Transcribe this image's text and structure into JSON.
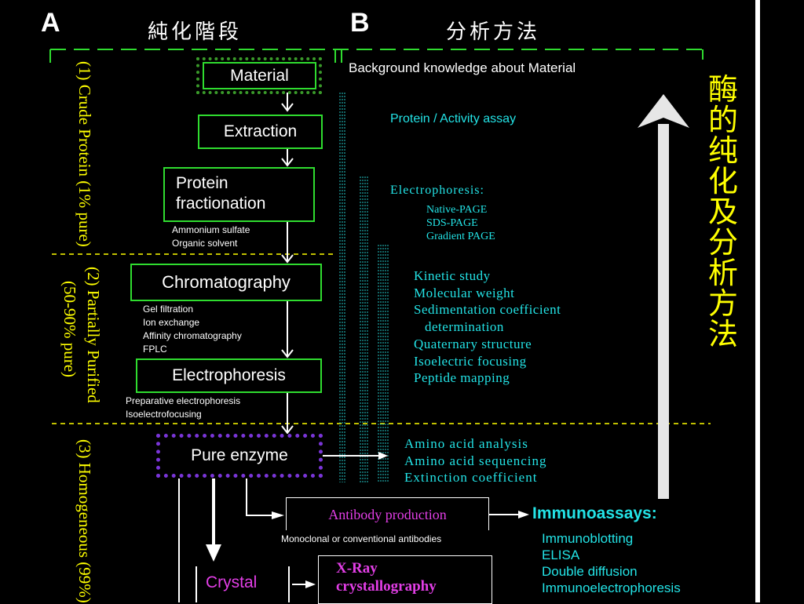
{
  "section_a": {
    "letter": "A",
    "title": "純化階段",
    "stages": [
      {
        "label": "(1) Crude Protein (1% pure)"
      },
      {
        "label_line1": "(2) Partially Purified",
        "label_line2": "(50-90% pure)"
      },
      {
        "label": "(3) Homogeneous (99%)"
      }
    ],
    "boxes": {
      "material": "Material",
      "extraction": "Extraction",
      "protein_line1": "Protein",
      "protein_line2": "fractionation",
      "chromatography": "Chromatography",
      "electrophoresis": "Electrophoresis",
      "pure_enzyme": "Pure enzyme",
      "crystal": "Crystal",
      "xray_line1": "X-Ray",
      "xray_line2": "crystallography",
      "antibody": "Antibody production"
    },
    "notes": {
      "fractionation": [
        "Ammonium sulfate",
        "Organic solvent"
      ],
      "chromatography": [
        "Gel filtration",
        "Ion exchange",
        "Affinity chromatography",
        "FPLC"
      ],
      "electrophoresis": [
        "Preparative electrophoresis",
        "Isoelectrofocusing"
      ],
      "antibody": "Monoclonal or conventional antibodies"
    }
  },
  "section_b": {
    "letter": "B",
    "title": "分析方法",
    "background": "Background knowledge about Material",
    "assay": "Protein / Activity assay",
    "electrophoresis_title": "Electrophoresis:",
    "electrophoresis_items": [
      "Native-PAGE",
      "SDS-PAGE",
      "Gradient PAGE"
    ],
    "studies": [
      "Kinetic study",
      "Molecular weight",
      "Sedimentation coefficient",
      "determination",
      "Quaternary structure",
      "Isoelectric focusing",
      "Peptide mapping"
    ],
    "pure_analyses": [
      "Amino acid analysis",
      "Amino acid sequencing",
      "Extinction coefficient"
    ],
    "immunoassays_title": "Immunoassays:",
    "immunoassays": [
      "Immunoblotting",
      "ELISA",
      "Double diffusion",
      "Immunoelectrophoresis"
    ]
  },
  "side_title": [
    "酶",
    "的",
    "纯",
    "化",
    "及",
    "分",
    "析",
    "方",
    "法"
  ],
  "colors": {
    "background": "#000000",
    "box_border": "#2fdc2f",
    "stage_text": "#ffff00",
    "method_text": "#23e3e6",
    "highlight": "#e23ee6",
    "material_border": "#3a9a2a",
    "pure_border": "#7a35d8"
  }
}
